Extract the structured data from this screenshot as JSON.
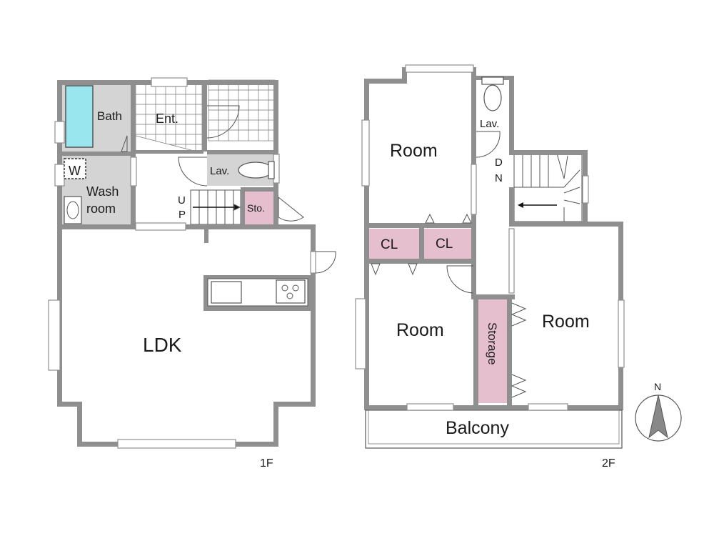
{
  "floor1": {
    "floor_label": "1F",
    "rooms": {
      "bath": "Bath",
      "entrance": "Ent.",
      "lavatory": "Lav.",
      "washer": "W",
      "wash_room_line1": "Wash",
      "wash_room_line2": "room",
      "storage": "Sto.",
      "ldk": "LDK"
    },
    "stairs": {
      "up_1": "U",
      "up_2": "P"
    }
  },
  "floor2": {
    "floor_label": "2F",
    "rooms": {
      "room_north": "Room",
      "room_southwest": "Room",
      "room_east": "Room",
      "closet_left": "CL",
      "closet_right": "CL",
      "lavatory": "Lav.",
      "storage": "Storage",
      "balcony": "Balcony"
    },
    "stairs": {
      "down_1": "D",
      "down_2": "N"
    }
  },
  "compass": {
    "north": "N"
  },
  "colors": {
    "wall": "#8f8f8f",
    "wet_area": "#d4d4d4",
    "storage": "#e6bfcf",
    "bathtub": "#99e6ee"
  }
}
